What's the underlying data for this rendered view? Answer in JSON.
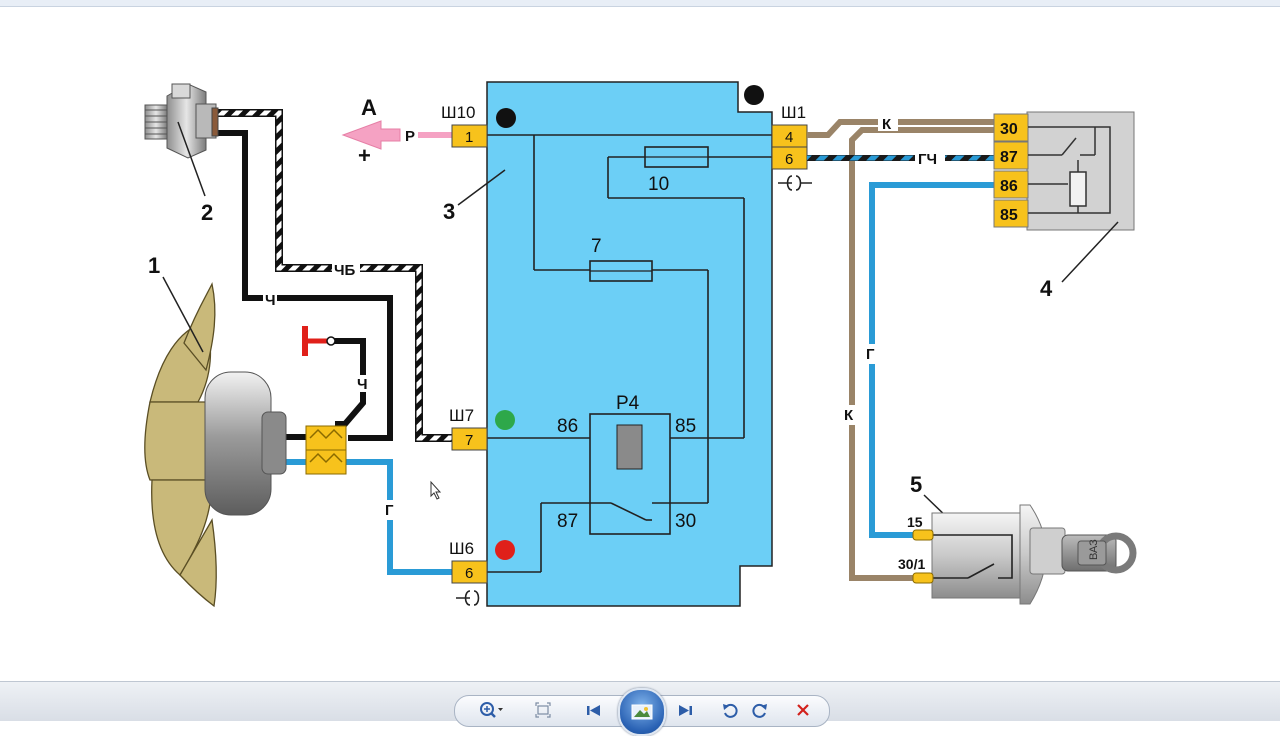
{
  "diagram": {
    "components": {
      "fan": "1",
      "temp_sensor": "2",
      "mount_block": "3",
      "relay": "4",
      "ignition_switch": "5"
    },
    "arrow_a": {
      "label": "А",
      "wire": "Р",
      "polarity": "+"
    },
    "connectors": {
      "sh10": {
        "name": "Ш10",
        "pin": "1"
      },
      "sh1": {
        "name": "Ш1",
        "pins": [
          "4",
          "6"
        ]
      },
      "sh7": {
        "name": "Ш7",
        "pin": "7"
      },
      "sh6": {
        "name": "Ш6",
        "pin": "6"
      }
    },
    "fuses": [
      "10",
      "7"
    ],
    "internal_relay": {
      "name": "Р4",
      "pins": {
        "p86": "86",
        "p85": "85",
        "p87": "87",
        "p30": "30"
      }
    },
    "relay_pins": [
      "30",
      "87",
      "86",
      "85"
    ],
    "wires": {
      "cb": "ЧБ",
      "ch1": "Ч",
      "ch2": "Ч",
      "g_left": "Г",
      "k_top": "К",
      "gch": "ГЧ",
      "g_right": "Г",
      "k_right": "К"
    },
    "ignition": {
      "pin15": "15",
      "pin30_1": "30/1",
      "key_text": "ВАЗ"
    },
    "indicators": {
      "black": "#111111",
      "green": "#2ea84a",
      "red": "#e0201a"
    },
    "colors": {
      "block": "#6ccff6",
      "connector": "#f7c21c",
      "wire_blue": "#2a9bd6",
      "wire_brown": "#9a8468",
      "relay_body": "#d2d2d2"
    }
  },
  "toolbar": {
    "zoom_icon": "zoom-icon",
    "fit_icon": "fit-icon",
    "prev_icon": "previous-icon",
    "slideshow_icon": "slideshow-icon",
    "next_icon": "next-icon",
    "rotate_left_icon": "rotate-ccw-icon",
    "rotate_right_icon": "rotate-cw-icon",
    "delete_icon": "delete-icon"
  }
}
